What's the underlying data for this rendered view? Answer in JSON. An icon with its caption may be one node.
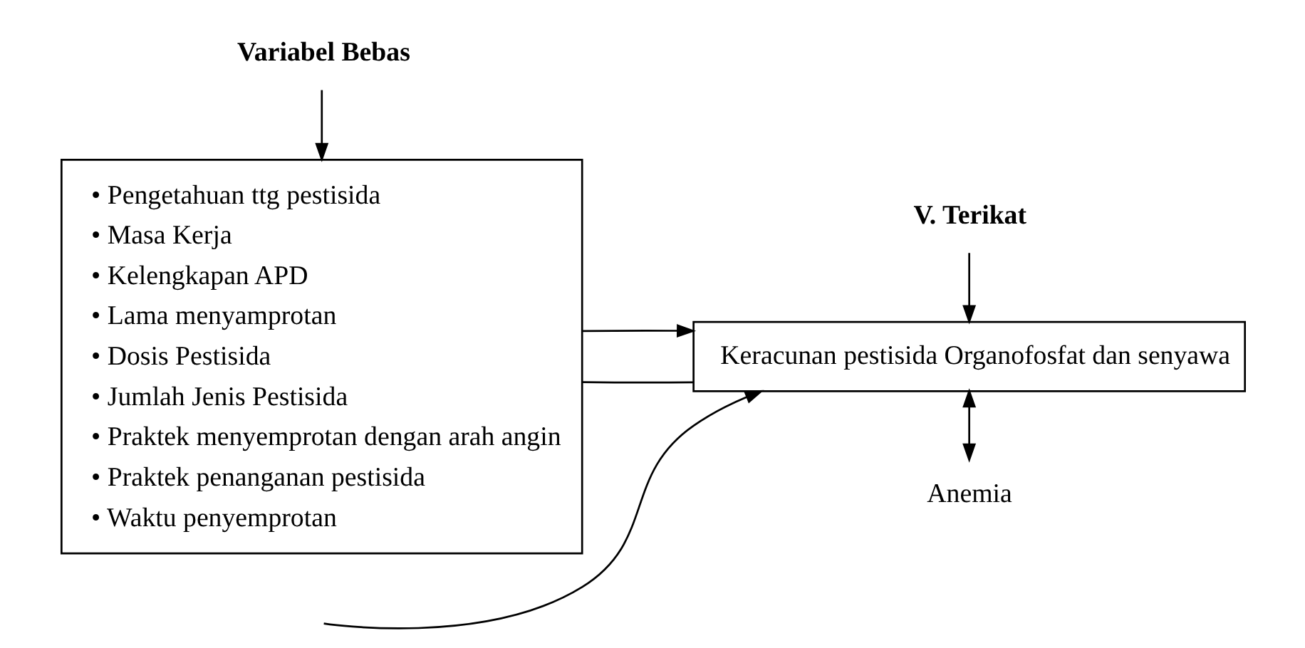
{
  "diagram": {
    "nodes": [
      {
        "text": [
          "Variabel Bebas"
        ]
      },
      {
        "text": [
          "V. Terikat"
        ]
      },
      {
        "text": [
          "• Pengetahuan ttg pestisida",
          "• Masa Kerja",
          "• Kelengkapan APD",
          "• Lama menyamprotan",
          "• Dosis Pestisida",
          "• Jumlah Jenis Pestisida",
          "• Praktek menyemprotan dengan arah angin",
          "• Praktek penanganan pestisida",
          "• Waktu penyemprotan"
        ]
      },
      {
        "text": [
          "Keracunan pestisida Organofosfat dan senyawa"
        ]
      },
      {
        "text": [
          "Anemia"
        ]
      }
    ],
    "edges": [
      {
        "from": 0,
        "to": 2,
        "arrow": "to"
      },
      {
        "from": 1,
        "to": 3,
        "arrow": "to"
      },
      {
        "from": 2,
        "to": 3,
        "arrow": "none"
      },
      {
        "from": 2,
        "to": 3,
        "arrow": "to"
      },
      {
        "from": null,
        "to": 3,
        "arrow": "to"
      },
      {
        "from": 3,
        "to": 4,
        "arrow": "both"
      }
    ]
  }
}
